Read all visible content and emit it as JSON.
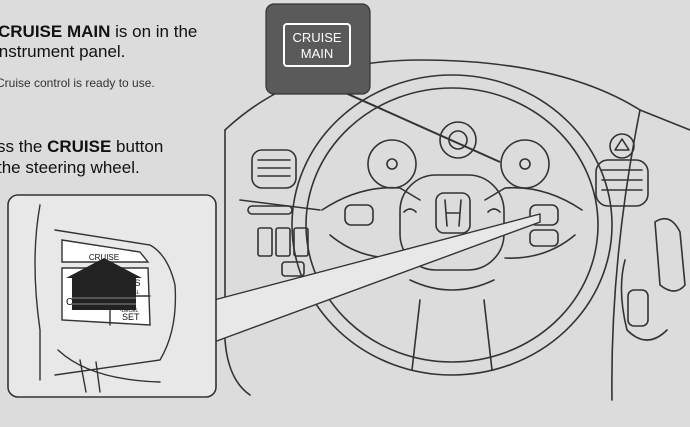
{
  "step1": {
    "line1_bold": "CRUISE MAIN",
    "line1_rest": " is on in the",
    "line2": "instrument panel.",
    "note": "Cruise control is ready to use."
  },
  "step2": {
    "line1_pre": "ss the ",
    "line1_bold": "CRUISE",
    "line1_post": " button",
    "line2": "the steering wheel."
  },
  "indicator": {
    "line1": "CRUISE",
    "line2": "MAIN"
  },
  "inset": {
    "cruise": "CRUISE",
    "cancel": "CA",
    "res": "RES",
    "set": "SET",
    "res_sub": "+ACCEL",
    "set_sub": "-DECEL"
  },
  "colors": {
    "background": "#dcdcdc",
    "indicator_box": "#5a5a5a",
    "line": "#333333"
  }
}
